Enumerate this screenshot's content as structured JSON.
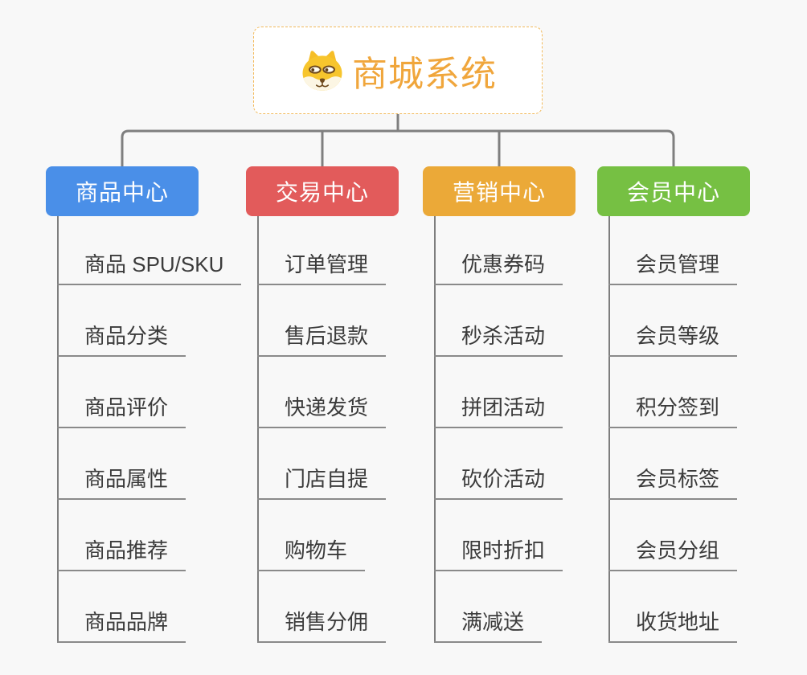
{
  "root": {
    "title": "商城系统",
    "icon": "shiba-dog-icon",
    "title_color": "#F0A63C",
    "box_border_color": "#F2BA5C",
    "box_background": "#FFFFFF"
  },
  "branches": [
    {
      "label": "商品中心",
      "color": "#4A8FE8",
      "items": [
        "商品 SPU/SKU",
        "商品分类",
        "商品评价",
        "商品属性",
        "商品推荐",
        "商品品牌"
      ]
    },
    {
      "label": "交易中心",
      "color": "#E25B5B",
      "items": [
        "订单管理",
        "售后退款",
        "快递发货",
        "门店自提",
        "购物车",
        "销售分佣"
      ]
    },
    {
      "label": "营销中心",
      "color": "#EBA938",
      "items": [
        "优惠券码",
        "秒杀活动",
        "拼团活动",
        "砍价活动",
        "限时折扣",
        "满减送"
      ]
    },
    {
      "label": "会员中心",
      "color": "#76C043",
      "items": [
        "会员管理",
        "会员等级",
        "积分签到",
        "会员标签",
        "会员分组",
        "收货地址"
      ]
    }
  ],
  "connector_color": "#7F7F7F",
  "background_color": "#F8F8F8"
}
